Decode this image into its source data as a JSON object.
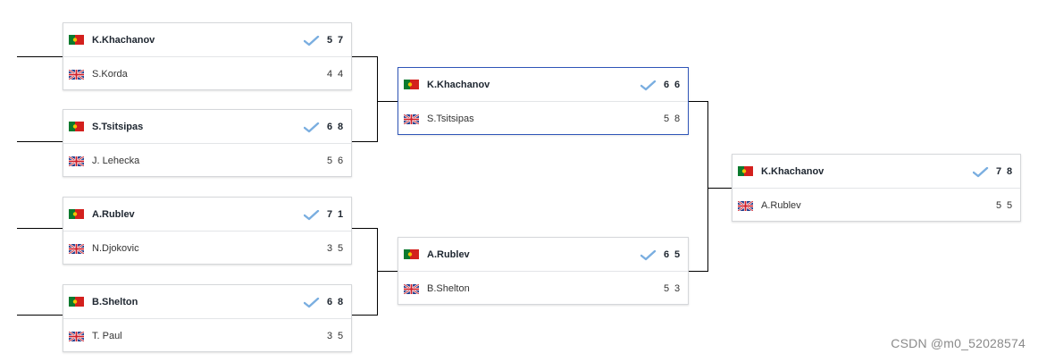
{
  "flags": {
    "winner": "portugal-flag-icon",
    "loser": "uk-flag-icon"
  },
  "colors": {
    "check": "#7aaee0",
    "active_border": "#2f55b8",
    "line": "#000000"
  },
  "round1": [
    {
      "winner": {
        "name": "K.Khachanov",
        "s1": "5",
        "s2": "7"
      },
      "loser": {
        "name": "S.Korda",
        "s1": "4",
        "s2": "4"
      }
    },
    {
      "winner": {
        "name": "S.Tsitsipas",
        "s1": "6",
        "s2": "8"
      },
      "loser": {
        "name": "J. Lehecka",
        "s1": "5",
        "s2": "6"
      }
    },
    {
      "winner": {
        "name": "A.Rublev",
        "s1": "7",
        "s2": "1"
      },
      "loser": {
        "name": "N.Djokovic",
        "s1": "3",
        "s2": "5"
      }
    },
    {
      "winner": {
        "name": "B.Shelton",
        "s1": "6",
        "s2": "8"
      },
      "loser": {
        "name": "T. Paul",
        "s1": "3",
        "s2": "5"
      }
    }
  ],
  "round2": [
    {
      "winner": {
        "name": "K.Khachanov",
        "s1": "6",
        "s2": "6"
      },
      "loser": {
        "name": "S.Tsitsipas",
        "s1": "5",
        "s2": "8"
      }
    },
    {
      "winner": {
        "name": "A.Rublev",
        "s1": "6",
        "s2": "5"
      },
      "loser": {
        "name": "B.Shelton",
        "s1": "5",
        "s2": "3"
      }
    }
  ],
  "final": [
    {
      "winner": {
        "name": "K.Khachanov",
        "s1": "7",
        "s2": "8"
      },
      "loser": {
        "name": "A.Rublev",
        "s1": "5",
        "s2": "5"
      }
    }
  ],
  "watermark": "CSDN @m0_52028574"
}
